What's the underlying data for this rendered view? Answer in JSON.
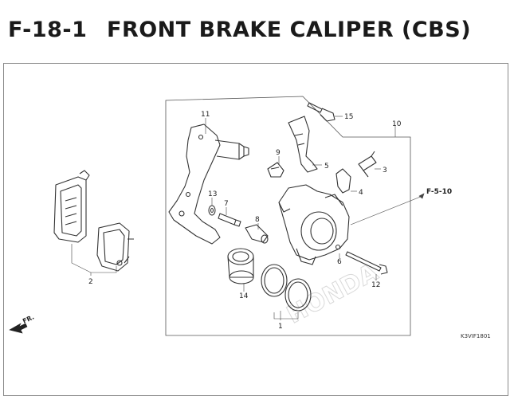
{
  "header": {
    "code": "F-18-1",
    "title": "FRONT BRAKE CALIPER (CBS)"
  },
  "callouts": [
    {
      "id": "1",
      "text": "1"
    },
    {
      "id": "2",
      "text": "2"
    },
    {
      "id": "3",
      "text": "3"
    },
    {
      "id": "4",
      "text": "4"
    },
    {
      "id": "5",
      "text": "5"
    },
    {
      "id": "6",
      "text": "6"
    },
    {
      "id": "7",
      "text": "7"
    },
    {
      "id": "8",
      "text": "8"
    },
    {
      "id": "9",
      "text": "9"
    },
    {
      "id": "10",
      "text": "10"
    },
    {
      "id": "11",
      "text": "11"
    },
    {
      "id": "12",
      "text": "12"
    },
    {
      "id": "13",
      "text": "13"
    },
    {
      "id": "14",
      "text": "14"
    },
    {
      "id": "15",
      "text": "15"
    }
  ],
  "reference": "F-5-10",
  "direction_label": "FR.",
  "figure_code": "K3VIF1801",
  "watermark": "HONDA",
  "colors": {
    "line": "#333333",
    "frame": "#8a8a8a",
    "watermark": "#d9d9d9"
  }
}
